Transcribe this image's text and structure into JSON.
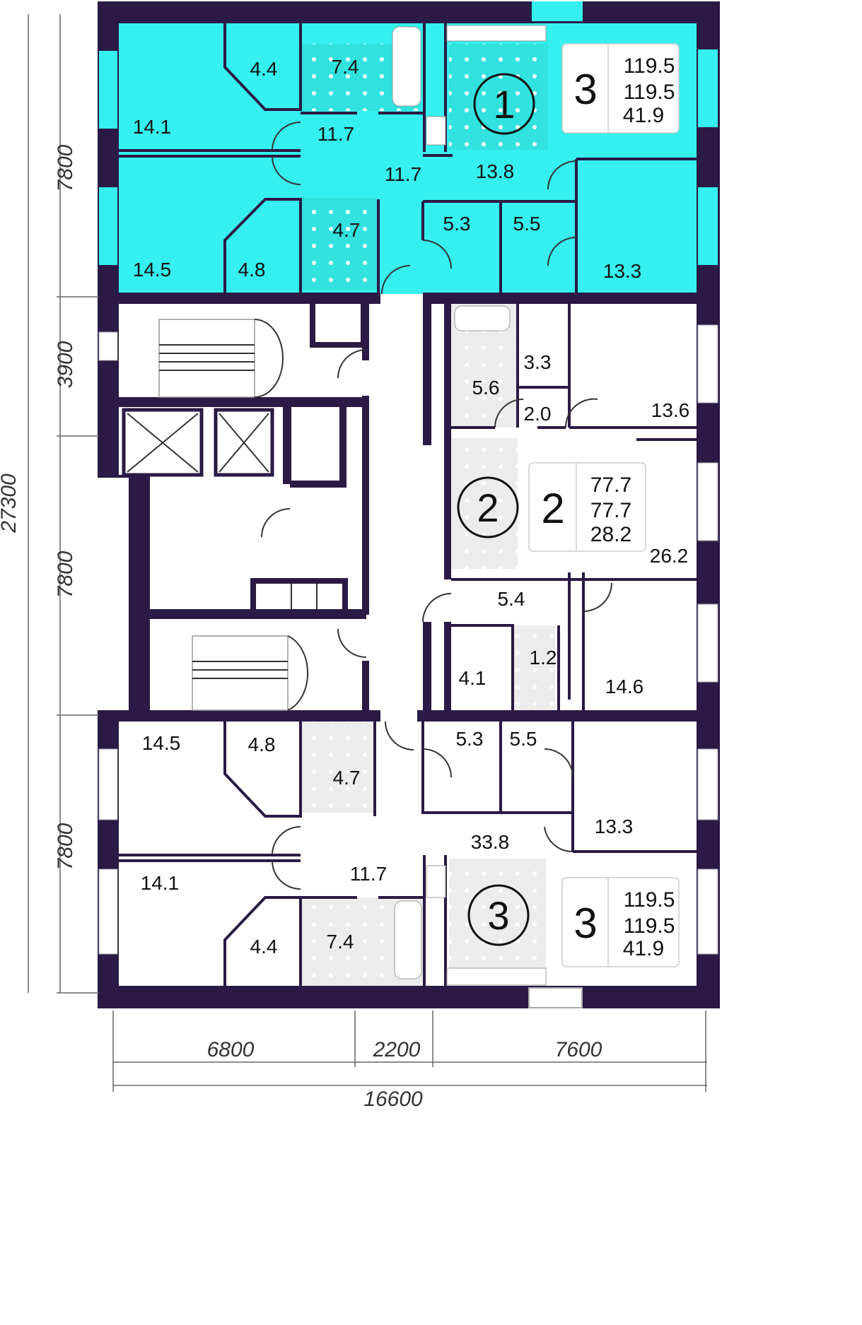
{
  "colors": {
    "apt1_fill": "#35f0ee",
    "apt1_wet": "#31e2df",
    "wall": "#2a1a45",
    "wet_grey": "#ececec",
    "card_border": "#cccccc"
  },
  "dimensions": {
    "left": [
      "7800",
      "3900",
      "7800",
      "7800"
    ],
    "left_total": "27300",
    "bottom": [
      "6800",
      "2200",
      "7600"
    ],
    "bottom_total": "16600"
  },
  "apartments": [
    {
      "number": "1",
      "rooms": "3",
      "areas": [
        "119.5",
        "119.5",
        "41.9"
      ],
      "highlighted": true
    },
    {
      "number": "2",
      "rooms": "2",
      "areas": [
        "77.7",
        "77.7",
        "28.2"
      ],
      "highlighted": false
    },
    {
      "number": "3",
      "rooms": "3",
      "areas": [
        "119.5",
        "119.5",
        "41.9"
      ],
      "highlighted": false
    }
  ],
  "room_areas": {
    "a1_r1": "4.4",
    "a1_r2": "7.4",
    "a1_r3": "14.1",
    "a1_r4": "11.7",
    "a1_r5": "11.7",
    "a1_r6": "13.8",
    "a1_r7": "4.7",
    "a1_r8": "5.3",
    "a1_r9": "5.5",
    "a1_r10": "14.5",
    "a1_r11": "4.8",
    "a1_r12": "13.3",
    "a2_r1": "3.3",
    "a2_r2": "5.6",
    "a2_r3": "2.0",
    "a2_r4": "13.6",
    "a2_r5": "26.2",
    "a2_r6": "5.4",
    "a2_r7": "1.2",
    "a2_r8": "4.1",
    "a2_r9": "14.6",
    "a3_r1": "14.5",
    "a3_r2": "4.8",
    "a3_r3": "4.7",
    "a3_r4": "5.3",
    "a3_r5": "5.5",
    "a3_r6": "13.3",
    "a3_r7": "33.8",
    "a3_r8": "11.7",
    "a3_r9": "14.1",
    "a3_r10": "7.4",
    "a3_r11": "4.4"
  }
}
